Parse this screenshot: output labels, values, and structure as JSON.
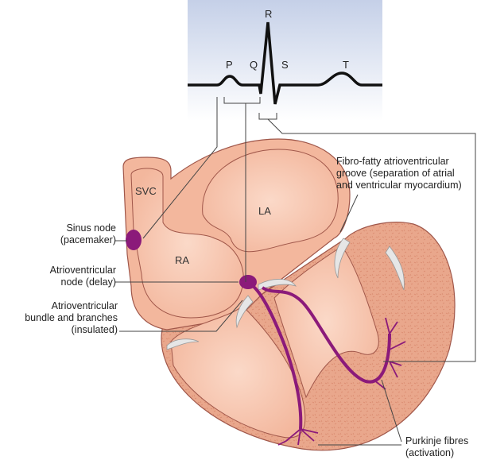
{
  "ecg": {
    "p": "P",
    "q": "Q",
    "r": "R",
    "s": "S",
    "t": "T"
  },
  "chambers": {
    "svc": "SVC",
    "la": "LA",
    "ra": "RA"
  },
  "labels": {
    "sinus_node": [
      "Sinus node",
      "(pacemaker)"
    ],
    "av_node": [
      "Atrioventricular",
      "node (delay)"
    ],
    "av_bundle": [
      "Atrioventricular",
      "bundle and branches",
      "(insulated)"
    ],
    "groove": [
      "Fibro-fatty atrioventricular",
      "groove (separation of atrial",
      "and ventricular myocardium)"
    ],
    "purkinje": [
      "Purkinje fibres",
      "(activation)"
    ]
  },
  "colors": {
    "ecg_bg_top": "#c5d0e8",
    "myocardium": "#e9a78c",
    "chamber": "#f7c6b0",
    "node": "#8b1a7a",
    "valve": "#e6e6e6"
  }
}
